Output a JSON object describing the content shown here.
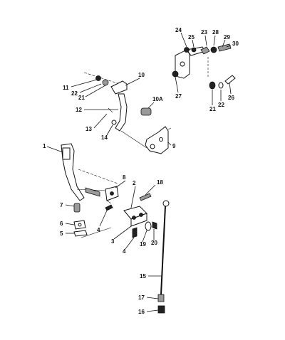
{
  "callouts": {
    "c1": "1",
    "c2": "2",
    "c3": "3",
    "c4a": "4",
    "c4b": "4",
    "c5": "5",
    "c6": "6",
    "c7": "7",
    "c8": "8",
    "c9": "9",
    "c10": "10",
    "c10a": "10A",
    "c11": "11",
    "c12": "12",
    "c13": "13",
    "c14": "14",
    "c15": "15",
    "c16": "16",
    "c17": "17",
    "c18": "18",
    "c19": "19",
    "c20": "20",
    "c21a": "21",
    "c21b": "21",
    "c22a": "22",
    "c22b": "22",
    "c23": "23",
    "c24": "24",
    "c25": "25",
    "c26": "26",
    "c27": "27",
    "c28": "28",
    "c29": "29",
    "c30": "30"
  }
}
